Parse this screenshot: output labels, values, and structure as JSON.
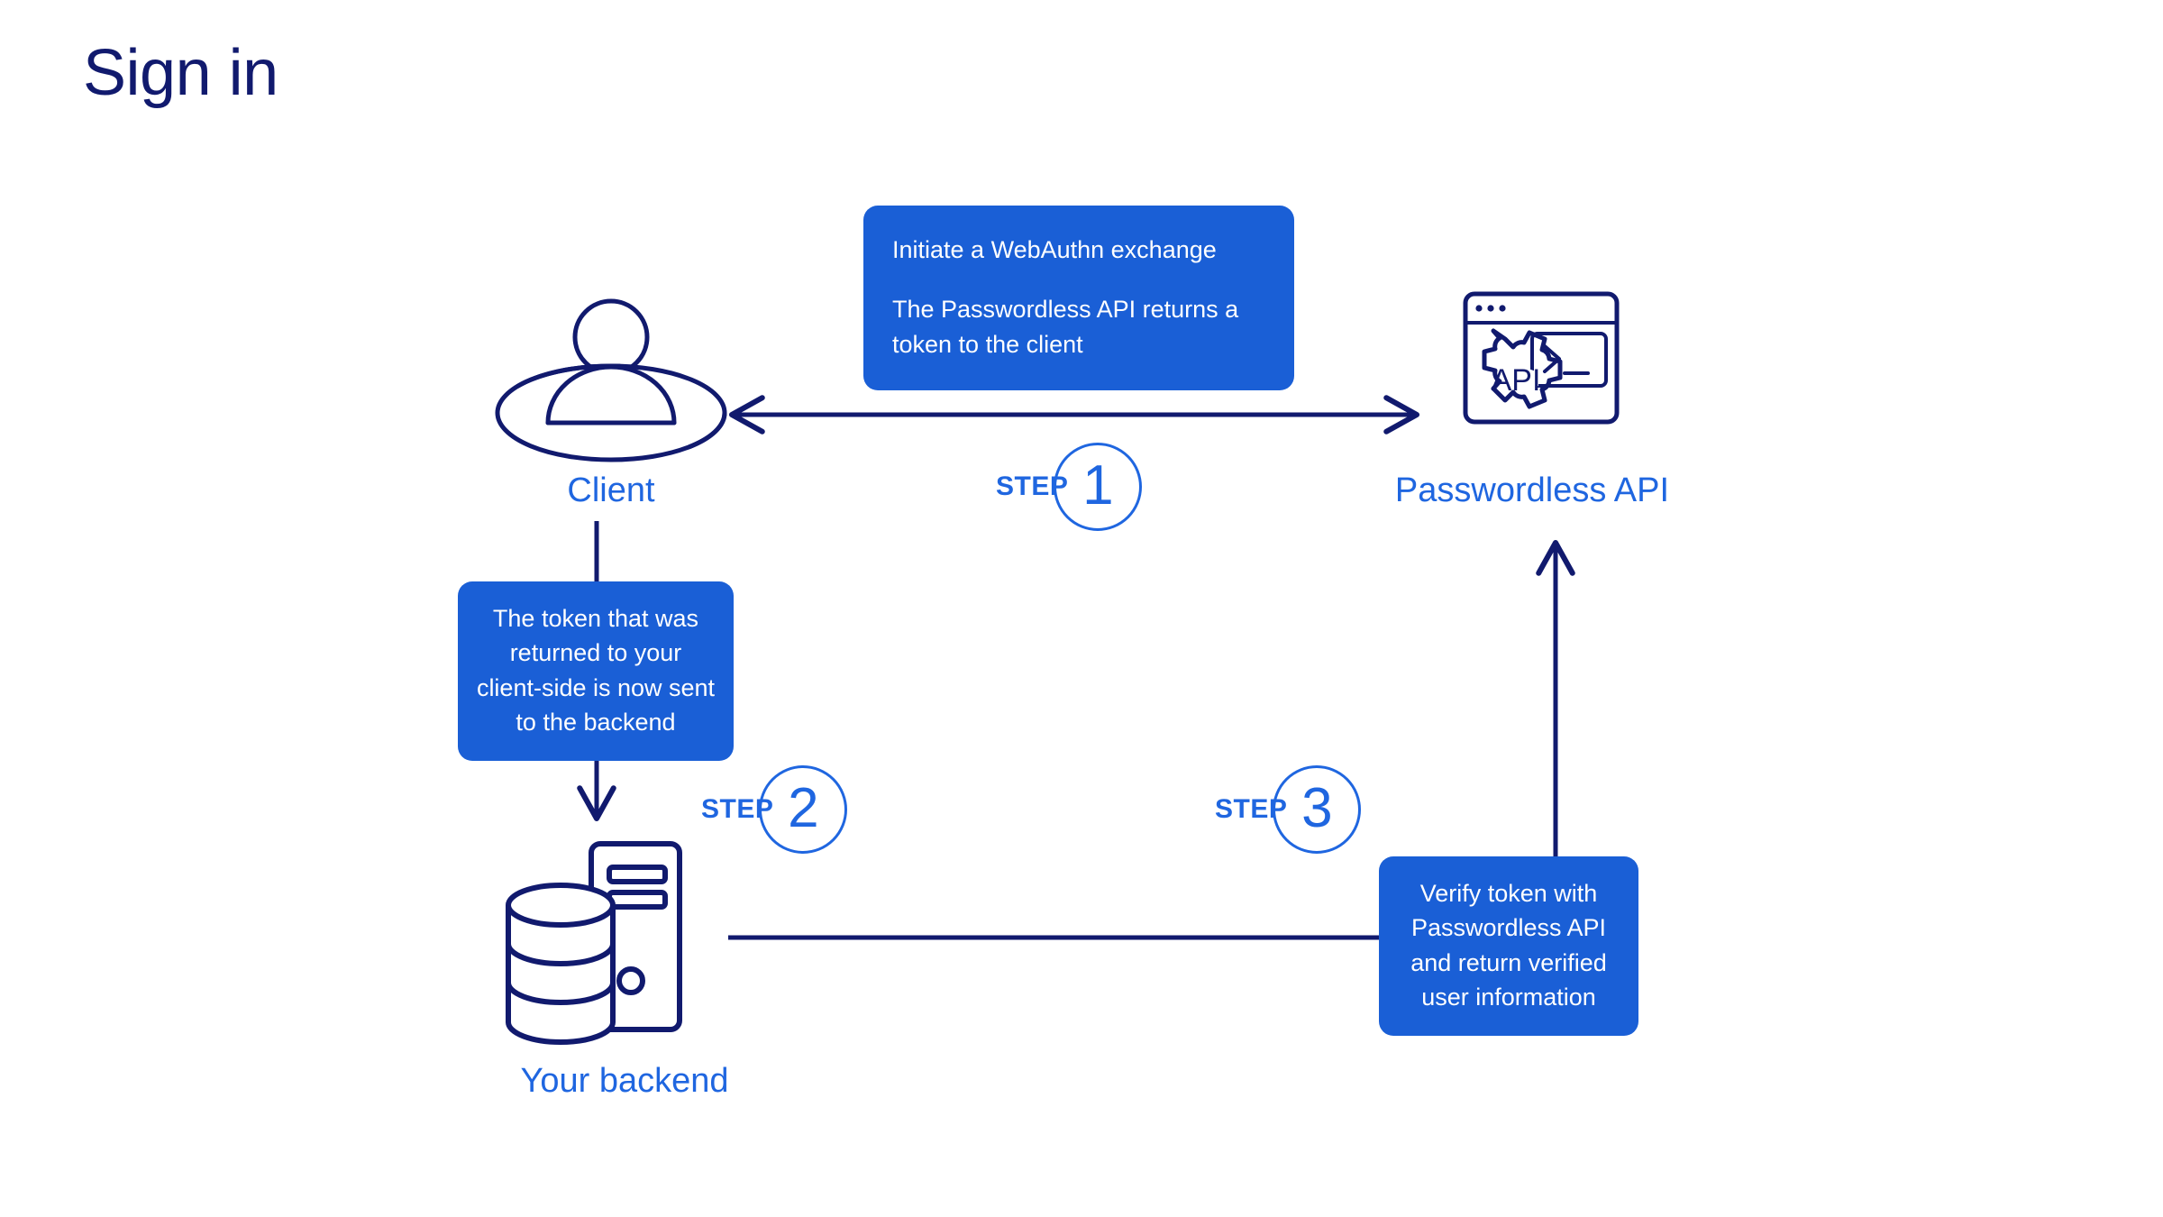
{
  "page": {
    "title": "Sign in",
    "background": "#ffffff"
  },
  "colors": {
    "navy": "#111a6e",
    "blue": "#1f66e0",
    "callout_bg": "#1a5fd6",
    "text_on_blue": "#ffffff"
  },
  "nodes": [
    {
      "id": "client",
      "label": "Client",
      "icon": "user-avatar-icon"
    },
    {
      "id": "api",
      "label": "Passwordless API",
      "icon": "api-terminal-gear-icon"
    },
    {
      "id": "backend",
      "label": "Your backend",
      "icon": "server-database-icon"
    }
  ],
  "callouts": {
    "one": {
      "line1": "Initiate a WebAuthn exchange",
      "line2": "The Passwordless API returns a token to the client"
    },
    "two": {
      "text": "The token that was returned to your client-side is now sent to the backend"
    },
    "three": {
      "text": "Verify token with Passwordless API and return verified user information"
    }
  },
  "steps": [
    {
      "word": "STEP",
      "number": "1"
    },
    {
      "word": "STEP",
      "number": "2"
    },
    {
      "word": "STEP",
      "number": "3"
    }
  ],
  "connectors": [
    {
      "id": "client-api",
      "from": "client",
      "to": "api",
      "direction": "bidirectional",
      "orientation": "horizontal"
    },
    {
      "id": "client-backend",
      "from": "client",
      "to": "backend",
      "direction": "down",
      "orientation": "vertical"
    },
    {
      "id": "backend-callout",
      "from": "backend",
      "to": "callout-three",
      "direction": "none",
      "orientation": "horizontal"
    },
    {
      "id": "callout-api",
      "from": "callout-three",
      "to": "api",
      "direction": "up",
      "orientation": "vertical"
    }
  ]
}
